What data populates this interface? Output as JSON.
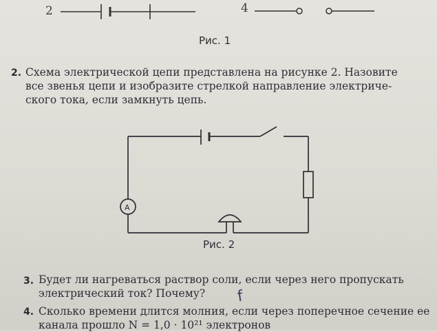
{
  "figure1": {
    "label_left": "2",
    "label_right": "4",
    "caption": "Рис. 1"
  },
  "question2": {
    "number": "2.",
    "lines": [
      "Схема электрической цепи представлена на рисунке 2. Назовите",
      "все звенья цепи и изобразите стрелкой направление электриче-",
      "ского тока, если замкнуть цепь."
    ]
  },
  "figure2": {
    "ammeter_symbol": "A",
    "caption": "Рис. 2"
  },
  "question3": {
    "number": "3.",
    "lines": [
      "Будет ли нагреваться раствор соли, если через него пропускать",
      "электрический ток? Почему?"
    ]
  },
  "question4": {
    "number": "4.",
    "lines": [
      "Сколько времени длится молния, если через поперечное сечение ее",
      "канала прошло N = 1,0 · 10²¹ электронов"
    ]
  },
  "handwritten_mark": "f"
}
